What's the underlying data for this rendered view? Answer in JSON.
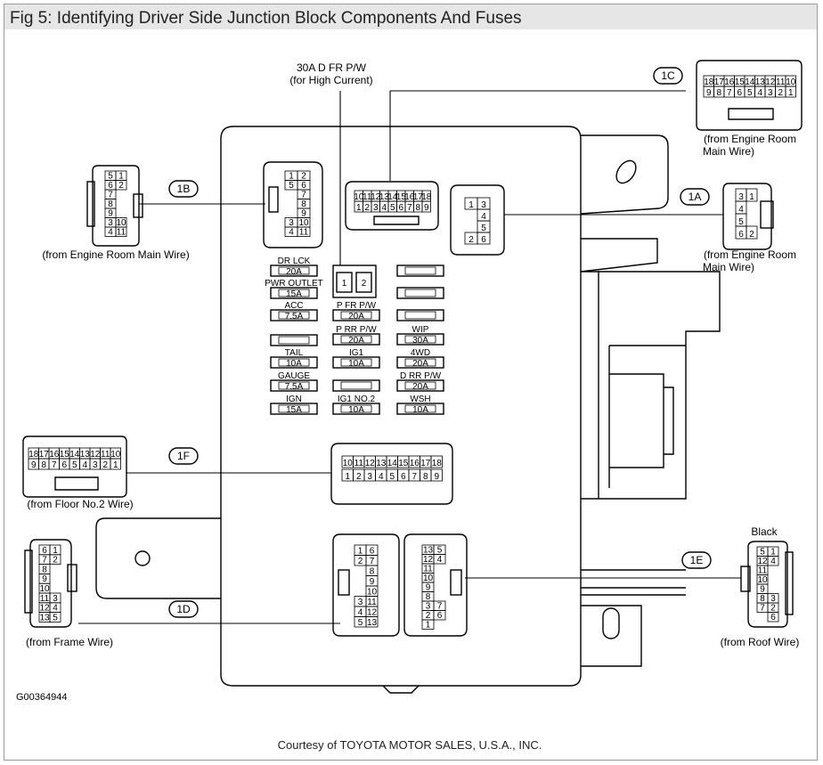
{
  "title": "Fig 5: Identifying Driver Side Junction Block Components And Fuses",
  "figure_code": "G00364944",
  "courtesy": "Courtesy of TOYOTA MOTOR SALES, U.S.A., INC.",
  "top_label": {
    "line1": "30A D FR P/W",
    "line2": "(for High Current)"
  },
  "callouts": {
    "c1A": "1A",
    "c1B": "1B",
    "c1C": "1C",
    "c1D": "1D",
    "c1E": "1E",
    "c1F": "1F"
  },
  "captions": {
    "c1B": "(from Engine Room Main Wire)",
    "c1C_1": "(from Engine Room",
    "c1C_2": "Main Wire)",
    "c1A_1": "(from Engine Room",
    "c1A_2": "Main Wire)",
    "c1F": "(from Floor No.2 Wire)",
    "c1D": "(from Frame Wire)",
    "c1E": "(from Roof Wire)",
    "c1E_top": "Black"
  },
  "fuses": {
    "dr_lck": {
      "name": "DR LCK",
      "amp": "20A"
    },
    "pwr_outlet": {
      "name": "PWR OUTLET",
      "amp": "15A"
    },
    "acc": {
      "name": "ACC",
      "amp": "7.5A"
    },
    "tail": {
      "name": "TAIL",
      "amp": "10A"
    },
    "gauge": {
      "name": "GAUGE",
      "amp": "7.5A"
    },
    "ign": {
      "name": "IGN",
      "amp": "15A"
    },
    "p_fr_pw": {
      "name": "P FR P/W",
      "amp": "20A"
    },
    "p_rr_pw": {
      "name": "P RR P/W",
      "amp": "20A"
    },
    "ig1": {
      "name": "IG1",
      "amp": "10A"
    },
    "ig1_no2": {
      "name": "IG1 NO.2",
      "amp": "10A"
    },
    "wip": {
      "name": "WIP",
      "amp": "30A"
    },
    "fwd": {
      "name": "4WD",
      "amp": "20A"
    },
    "d_rr_pw": {
      "name": "D RR P/W",
      "amp": "20A"
    },
    "wsh": {
      "name": "WSH",
      "amp": "10A"
    },
    "relay_pin1": "1",
    "relay_pin2": "2"
  },
  "pins": {
    "j1B": [
      "1",
      "2",
      "5",
      "6",
      "7",
      "8",
      "9",
      "3",
      "10",
      "4",
      "11"
    ],
    "j1C_top": [
      "10",
      "11",
      "12",
      "13",
      "14",
      "15",
      "16",
      "17",
      "18"
    ],
    "j1C_bot": [
      "1",
      "2",
      "3",
      "4",
      "5",
      "6",
      "7",
      "8",
      "9"
    ],
    "j1A": [
      "1",
      "3",
      "4",
      "5",
      "2",
      "6"
    ],
    "j1F_top": [
      "10",
      "11",
      "12",
      "13",
      "14",
      "15",
      "16",
      "17",
      "18"
    ],
    "j1F_bot": [
      "1",
      "2",
      "3",
      "4",
      "5",
      "6",
      "7",
      "8",
      "9"
    ],
    "j1D_L": [
      "1",
      "6",
      "2",
      "7",
      "8",
      "9",
      "10",
      "3",
      "11",
      "4",
      "12",
      "5",
      "13"
    ],
    "j1D_R": [
      "13",
      "5",
      "12",
      "4",
      "11",
      "10",
      "9",
      "8",
      "3",
      "7",
      "2",
      "6",
      "1"
    ],
    "c1B": [
      "5",
      "1",
      "6",
      "2",
      "7",
      "8",
      "9",
      "3",
      "10",
      "4",
      "11"
    ],
    "c1C_top": [
      "18",
      "17",
      "16",
      "15",
      "14",
      "13",
      "12",
      "11",
      "10"
    ],
    "c1C_bot": [
      "9",
      "8",
      "7",
      "6",
      "5",
      "4",
      "3",
      "2",
      "1"
    ],
    "c1A": [
      "3",
      "1",
      "4",
      "5",
      "6",
      "2"
    ],
    "c1F_top": [
      "18",
      "17",
      "16",
      "15",
      "14",
      "13",
      "12",
      "11",
      "10"
    ],
    "c1F_bot": [
      "9",
      "8",
      "7",
      "6",
      "5",
      "4",
      "3",
      "2",
      "1"
    ],
    "c1D": [
      "6",
      "1",
      "7",
      "2",
      "8",
      "9",
      "10",
      "11",
      "3",
      "12",
      "4",
      "13",
      "5"
    ],
    "c1E": [
      "5",
      "1",
      "12",
      "4",
      "11",
      "10",
      "9",
      "8",
      "3",
      "7",
      "2",
      "6"
    ]
  }
}
